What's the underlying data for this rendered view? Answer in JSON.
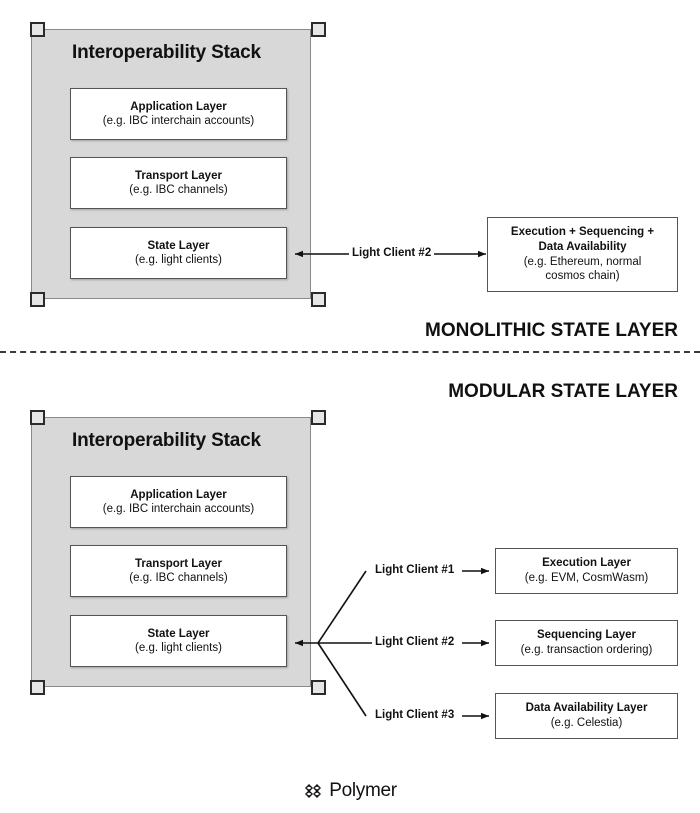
{
  "sections": {
    "monolithic": {
      "heading": "MONOLITHIC STATE LAYER",
      "stack": {
        "title": "Interoperability Stack",
        "layers": [
          {
            "title": "Application Layer",
            "sub": "(e.g. IBC interchain accounts)"
          },
          {
            "title": "Transport Layer",
            "sub": "(e.g. IBC channels)"
          },
          {
            "title": "State Layer",
            "sub": "(e.g. light clients)"
          }
        ]
      },
      "connectors": [
        {
          "label": "Light Client #2"
        }
      ],
      "targets": [
        {
          "title_line1": "Execution + Sequencing +",
          "title_line2": "Data Availability",
          "sub_line1": "(e.g. Ethereum, normal",
          "sub_line2": "cosmos chain)"
        }
      ]
    },
    "modular": {
      "heading": "MODULAR STATE LAYER",
      "stack": {
        "title": "Interoperability Stack",
        "layers": [
          {
            "title": "Application Layer",
            "sub": "(e.g. IBC interchain accounts)"
          },
          {
            "title": "Transport Layer",
            "sub": "(e.g. IBC channels)"
          },
          {
            "title": "State Layer",
            "sub": "(e.g. light clients)"
          }
        ]
      },
      "connectors": [
        {
          "label": "Light Client #1"
        },
        {
          "label": "Light Client #2"
        },
        {
          "label": "Light Client #3"
        }
      ],
      "targets": [
        {
          "title": "Execution Layer",
          "sub": "(e.g. EVM, CosmWasm)"
        },
        {
          "title": "Sequencing Layer",
          "sub": "(e.g. transaction ordering)"
        },
        {
          "title": "Data Availability Layer",
          "sub": "(e.g. Celestia)"
        }
      ]
    }
  },
  "footer": {
    "brand": "Polymer",
    "logo_icon": "polymer-diamond-logo-icon"
  },
  "colors": {
    "panel_fill": "#d8d8d8",
    "panel_border": "#8a8a8a",
    "box_fill": "#ffffff",
    "box_border": "#555555",
    "ink": "#111111",
    "divider": "#3a3a3a",
    "background": "#ffffff"
  }
}
